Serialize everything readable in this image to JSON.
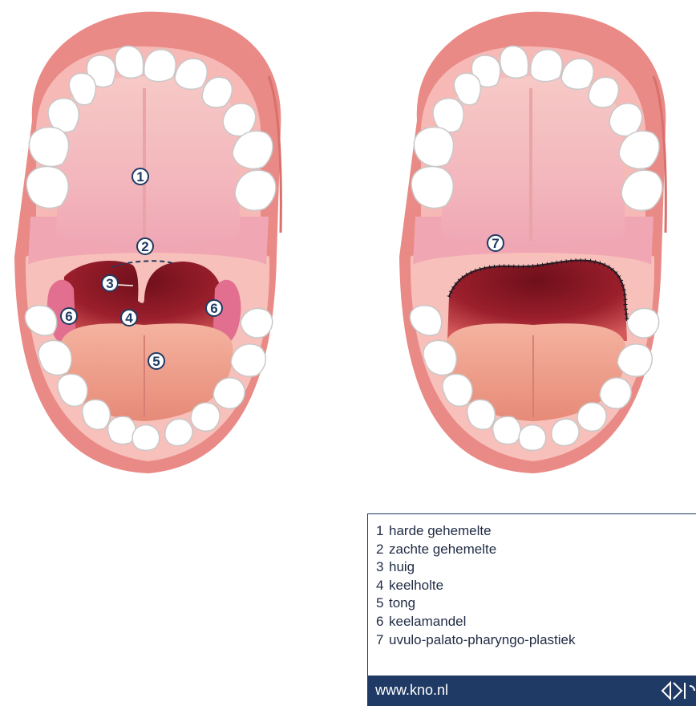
{
  "diagram": {
    "markers": [
      {
        "id": "1",
        "label": "1"
      },
      {
        "id": "2",
        "label": "2"
      },
      {
        "id": "3",
        "label": "3"
      },
      {
        "id": "4",
        "label": "4"
      },
      {
        "id": "5",
        "label": "5"
      },
      {
        "id": "6a",
        "label": "6"
      },
      {
        "id": "6b",
        "label": "6"
      },
      {
        "id": "7",
        "label": "7"
      }
    ]
  },
  "legend": {
    "items": [
      {
        "num": "1",
        "text": "harde gehemelte"
      },
      {
        "num": "2",
        "text": "zachte gehemelte"
      },
      {
        "num": "3",
        "text": "huig"
      },
      {
        "num": "4",
        "text": "keelholte"
      },
      {
        "num": "5",
        "text": "tong"
      },
      {
        "num": "6",
        "text": "keelamandel"
      },
      {
        "num": "7",
        "text": "uvulo-palato-pharyngo-plastiek"
      }
    ]
  },
  "footer": {
    "url": "www.kno.nl"
  },
  "colors": {
    "lip": "#e98a86",
    "gum": "#f2a6a2",
    "palate": "#f7c6c7",
    "throat": "#8e1b27",
    "tongue": "#ec9a86",
    "tonsil": "#e26f8f",
    "tooth": "#ffffff",
    "navy": "#1f3a64"
  }
}
